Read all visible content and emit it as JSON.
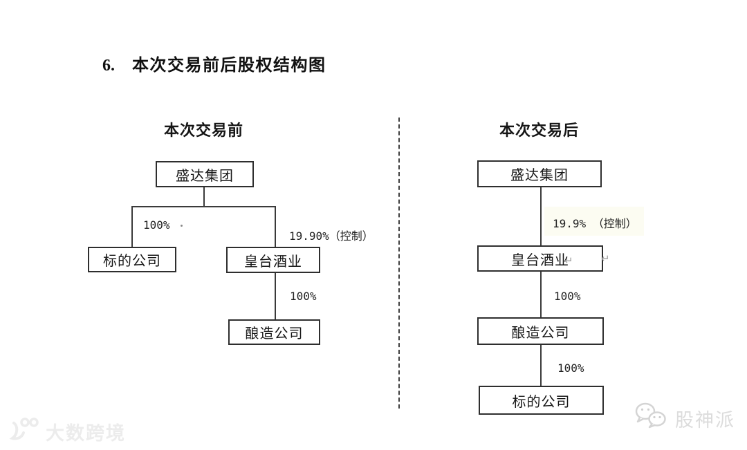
{
  "title": {
    "number": "6.",
    "text": "本次交易前后股权结构图"
  },
  "before": {
    "header": "本次交易前",
    "nodes": {
      "parent": "盛达集团",
      "target": "标的公司",
      "listed": "皇台酒业",
      "brewing": "酿造公司"
    },
    "labels": {
      "target_pct": "100%",
      "listed_pct": "19.90%（控制）",
      "brewing_pct": "100%"
    }
  },
  "after": {
    "header": "本次交易后",
    "nodes": {
      "parent": "盛达集团",
      "listed": "皇台酒业",
      "brewing": "酿造公司",
      "target": "标的公司"
    },
    "labels": {
      "listed_pct": "19.9% （控制）",
      "brewing_pct": "100%",
      "target_pct": "100%"
    },
    "return_mark": "↵"
  },
  "watermarks": {
    "left": {
      "brand": "大数跨境",
      "logo_icon": "100-logo-icon"
    },
    "right": {
      "brand": "股神派",
      "logo_icon": "wechat-bubbles-icon"
    }
  },
  "colors": {
    "line": "#3a3a3a",
    "box_border": "#2e2e2e",
    "text": "#161616",
    "highlight_bg": "#fcfcf2",
    "watermark_left": "#ececec",
    "watermark_right": "#dcdcdc"
  }
}
